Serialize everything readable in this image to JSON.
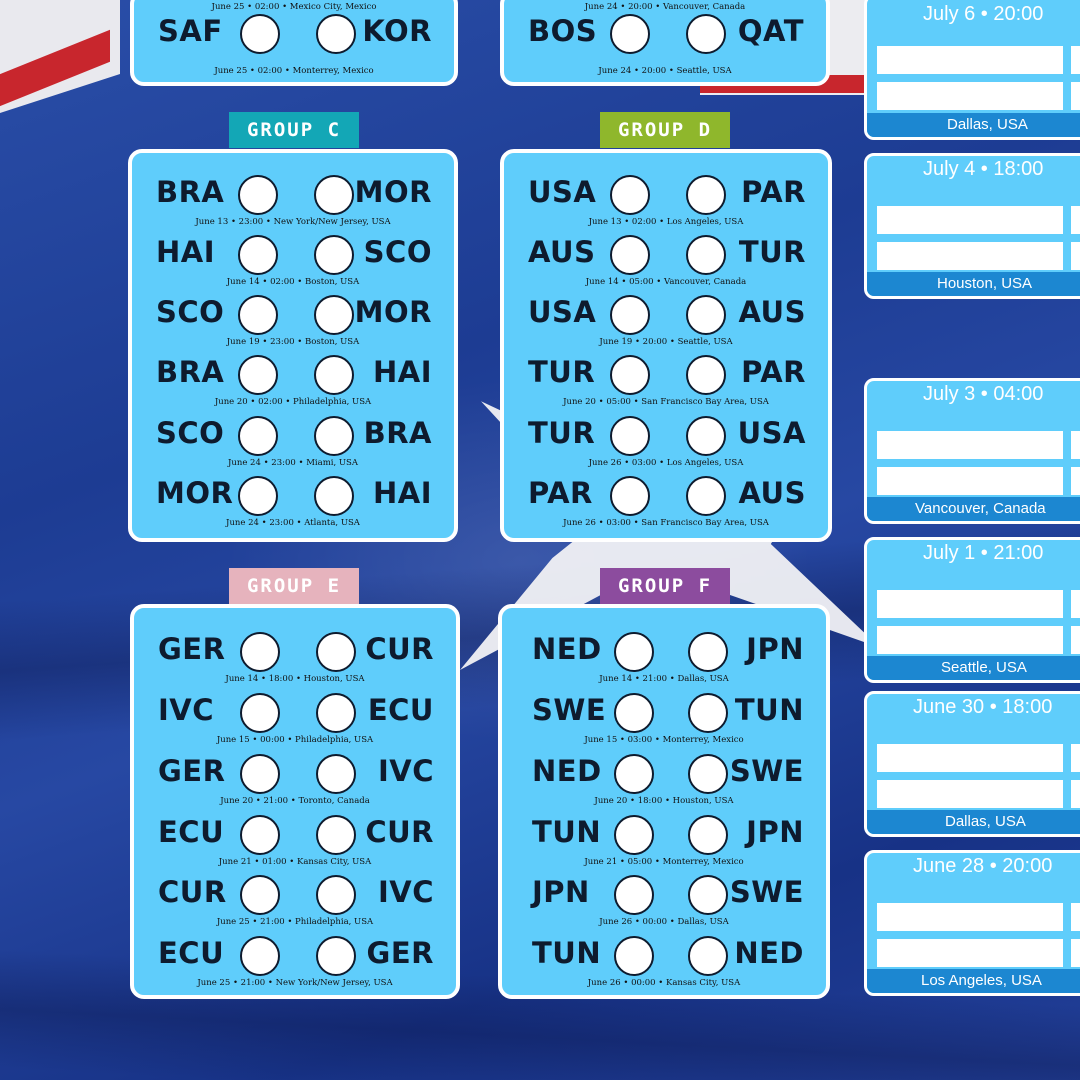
{
  "top_cards": [
    {
      "info_above": "June 25 • 02:00 • Mexico City, Mexico",
      "home": "SAF",
      "away": "KOR",
      "info_below": "June 25 • 02:00 • Monterrey, Mexico"
    },
    {
      "info_above": "June 24 • 20:00 • Vancouver, Canada",
      "home": "BOS",
      "away": "QAT",
      "info_below": "June 24 • 20:00 • Seattle, USA"
    }
  ],
  "groups": [
    {
      "label": "GROUP C",
      "color": "#13a7b6",
      "matches": [
        {
          "home": "BRA",
          "away": "MOR",
          "info": "June 13 • 23:00 • New York/New Jersey, USA"
        },
        {
          "home": "HAI",
          "away": "SCO",
          "info": "June 14 • 02:00 • Boston, USA"
        },
        {
          "home": "SCO",
          "away": "MOR",
          "info": "June 19 • 23:00 • Boston, USA"
        },
        {
          "home": "BRA",
          "away": "HAI",
          "info": "June 20 • 02:00 • Philadelphia, USA"
        },
        {
          "home": "SCO",
          "away": "BRA",
          "info": "June 24 • 23:00 • Miami, USA"
        },
        {
          "home": "MOR",
          "away": "HAI",
          "info": "June 24 • 23:00 • Atlanta, USA"
        }
      ]
    },
    {
      "label": "GROUP D",
      "color": "#8fb72c",
      "matches": [
        {
          "home": "USA",
          "away": "PAR",
          "info": "June 13 • 02:00 • Los Angeles, USA"
        },
        {
          "home": "AUS",
          "away": "TUR",
          "info": "June 14 • 05:00 • Vancouver, Canada"
        },
        {
          "home": "USA",
          "away": "AUS",
          "info": "June 19 • 20:00 • Seattle, USA"
        },
        {
          "home": "TUR",
          "away": "PAR",
          "info": "June 20 • 05:00 • San Francisco Bay Area, USA"
        },
        {
          "home": "TUR",
          "away": "USA",
          "info": "June 26 • 03:00 • Los Angeles, USA"
        },
        {
          "home": "PAR",
          "away": "AUS",
          "info": "June 26 • 03:00 • San Francisco Bay Area, USA"
        }
      ]
    },
    {
      "label": "GROUP E",
      "color": "#e6b3bd",
      "matches": [
        {
          "home": "GER",
          "away": "CUR",
          "info": "June 14 • 18:00 • Houston, USA"
        },
        {
          "home": "IVC",
          "away": "ECU",
          "info": "June 15 • 00:00 • Philadelphia, USA"
        },
        {
          "home": "GER",
          "away": "IVC",
          "info": "June 20 • 21:00 • Toronto, Canada"
        },
        {
          "home": "ECU",
          "away": "CUR",
          "info": "June 21 • 01:00 • Kansas City, USA"
        },
        {
          "home": "CUR",
          "away": "IVC",
          "info": "June 25 • 21:00 • Philadelphia, USA"
        },
        {
          "home": "ECU",
          "away": "GER",
          "info": "June 25 • 21:00 • New York/New Jersey, USA"
        }
      ]
    },
    {
      "label": "GROUP F",
      "color": "#8c4c9e",
      "matches": [
        {
          "home": "NED",
          "away": "JPN",
          "info": "June 14 • 21:00 • Dallas, USA"
        },
        {
          "home": "SWE",
          "away": "TUN",
          "info": "June 15 • 03:00 • Monterrey, Mexico"
        },
        {
          "home": "NED",
          "away": "SWE",
          "info": "June 20 • 18:00 • Houston, USA"
        },
        {
          "home": "TUN",
          "away": "JPN",
          "info": "June 21 • 05:00 • Monterrey, Mexico"
        },
        {
          "home": "JPN",
          "away": "SWE",
          "info": "June 26 • 00:00 • Dallas, USA"
        },
        {
          "home": "TUN",
          "away": "NED",
          "info": "June 26 • 00:00 • Kansas City, USA"
        }
      ]
    }
  ],
  "knockout": [
    {
      "time": "July 6 • 20:00",
      "venue": "Dallas, USA"
    },
    {
      "time": "July 4 • 18:00",
      "venue": "Houston, USA"
    },
    {
      "time": "July 3 • 04:00",
      "venue": "Vancouver, Canada"
    },
    {
      "time": "July 1 • 21:00",
      "venue": "Seattle, USA"
    },
    {
      "time": "June 30 • 18:00",
      "venue": "Dallas, USA"
    },
    {
      "time": "June 28 • 20:00",
      "venue": "Los Angeles, USA"
    }
  ]
}
